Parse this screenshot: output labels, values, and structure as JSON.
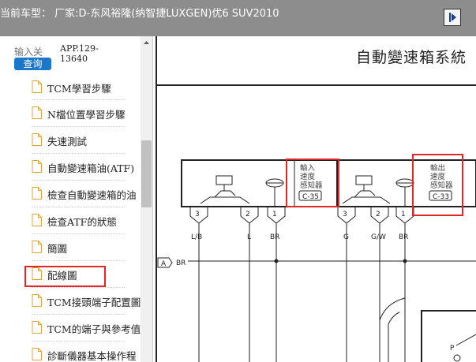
{
  "window": {
    "title": "当前车型： 厂家:D-东风裕隆(纳智捷LUXGEN)优6 SUV2010"
  },
  "sidebar": {
    "search_placeholder": "输入关",
    "search_button": "查询",
    "app_code": "APP.129-13640",
    "items": [
      {
        "label": "TCM學習步驟"
      },
      {
        "label": "N檔位置學習步驟"
      },
      {
        "label": "失速測試"
      },
      {
        "label": "自動變速箱油(ATF)"
      },
      {
        "label": "檢查自動變速箱的油"
      },
      {
        "label": "檢查ATF的狀態"
      },
      {
        "label": "簡圖"
      },
      {
        "label": "配線圖"
      },
      {
        "label": "TCM接頭端子配置圖"
      },
      {
        "label": "TCM的端子與參考值"
      },
      {
        "label": "診斷儀器基本操作程"
      }
    ]
  },
  "main": {
    "heading": "自動變速箱系統"
  },
  "diagram": {
    "sensor1": {
      "line1": "輸入",
      "line2": "速度",
      "line3": "感知器",
      "code": "C-35"
    },
    "sensor2": {
      "line1": "輸出",
      "line2": "速度",
      "line3": "感知器",
      "code": "C-33"
    },
    "pins1": [
      {
        "num": "3",
        "wire": "L/B"
      },
      {
        "num": "2",
        "wire": "L"
      },
      {
        "num": "1",
        "wire": "BR"
      }
    ],
    "pins2": [
      {
        "num": "3",
        "wire": "G"
      },
      {
        "num": "2",
        "wire": "G/W"
      },
      {
        "num": "1",
        "wire": "BR"
      }
    ],
    "connector_ref": "A",
    "bus_label": "BR",
    "partial_label": "P"
  },
  "colors": {
    "titlebar": "#8d8d8d",
    "button": "#1a77c9",
    "highlight": "#e32626"
  }
}
